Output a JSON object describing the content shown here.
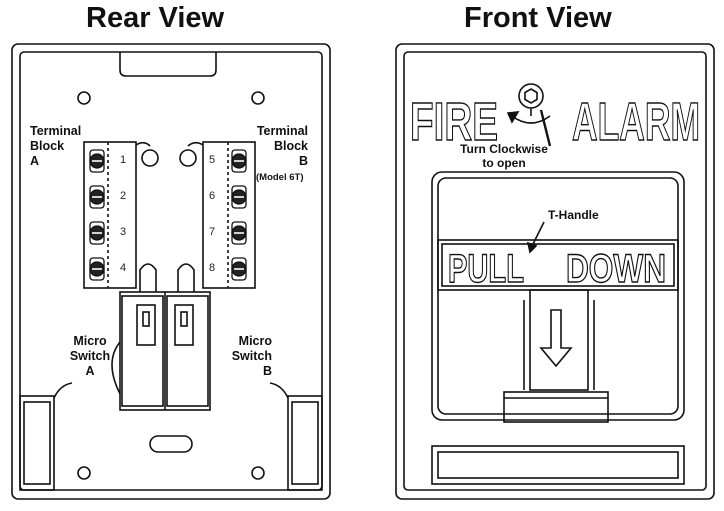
{
  "rear": {
    "title": "Rear View",
    "terminal_a": [
      "Terminal",
      "Block",
      "A"
    ],
    "terminal_b": [
      "Terminal",
      "Block",
      "B"
    ],
    "model_note": "(Model 6T)",
    "micro_a": [
      "Micro",
      "Switch",
      "A"
    ],
    "micro_b": [
      "Micro",
      "Switch",
      "B"
    ],
    "terminal_numbers": [
      "1",
      "2",
      "3",
      "4",
      "5",
      "6",
      "7",
      "8"
    ]
  },
  "front": {
    "title": "Front View",
    "sign_left": "FIRE",
    "sign_right": "ALARM",
    "turn_note": [
      "Turn Clockwise",
      "to open"
    ],
    "t_handle_label": "T-Handle",
    "pull_left": "PULL",
    "pull_right": "DOWN"
  }
}
